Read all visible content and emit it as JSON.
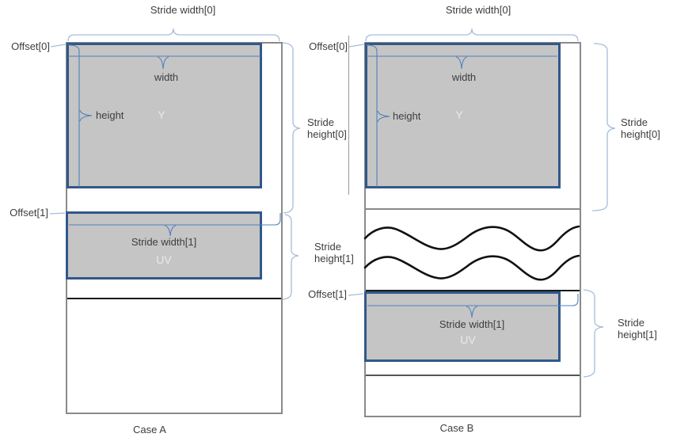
{
  "colors": {
    "outer_border": "#8a8a8a",
    "plane_fill": "#c5c5c5",
    "plane_border": "#31588a",
    "measure_line_blue": "#4f81bd",
    "brace_blue": "#a6bdd9",
    "label_text": "#3d3d3d",
    "plane_label_text": "#eaeaea",
    "wave_black": "#111111"
  },
  "case_a": {
    "caption": "Case A",
    "stride_width_0": "Stride width[0]",
    "offset_0": "Offset[0]",
    "width": "width",
    "height": "height",
    "plane_y": "Y",
    "stride_height_0": {
      "line1": "Stride",
      "line2": "height[0]"
    },
    "offset_1": "Offset[1]",
    "stride_width_1": "Stride width[1]",
    "plane_uv": "UV",
    "stride_height_1": {
      "line1": "Stride",
      "line2": "height[1]"
    }
  },
  "case_b": {
    "caption": "Case B",
    "stride_width_0": "Stride width[0]",
    "offset_0": "Offset[0]",
    "width": "width",
    "height": "height",
    "plane_y": "Y",
    "stride_height_0": {
      "line1": "Stride",
      "line2": "height[0]"
    },
    "offset_1": "Offset[1]",
    "stride_width_1": "Stride width[1]",
    "plane_uv": "UV",
    "stride_height_1": {
      "line1": "Stride",
      "line2": "height[1]"
    }
  }
}
